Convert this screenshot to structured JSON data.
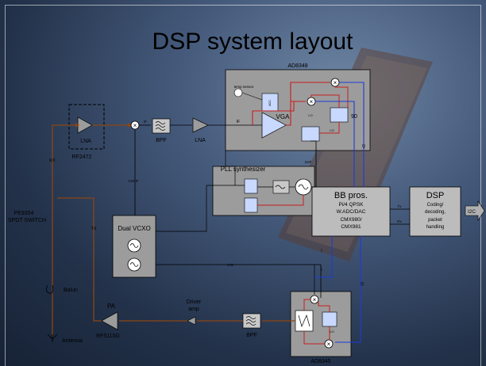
{
  "slide": {
    "title": "DSP system layout"
  },
  "labels": {
    "ad8348": "AD8348",
    "temp_sensor": "temp sensor",
    "vga": "VGA",
    "ninety": "90",
    "lna_left": "LNA",
    "rf2472": "RF2472",
    "if_small": "IF",
    "bpf_top": "BPF",
    "lna_mid": "LNA",
    "if_in": "IF",
    "pll": "PLL synthesizer",
    "two_xif": "2xIF",
    "q_label": "Q",
    "i_label": "I",
    "rx": "RX",
    "tx": "TX",
    "cw_if": "CW-IF",
    "pe9354": "PE9354",
    "spdt": "SPDT SWITCH",
    "dual_vcxo": "Dual VCXO",
    "balun": "Balun",
    "pa": "PA",
    "rf5110g": "RF5110G",
    "antenna": "Antenna",
    "driver1": "Driver",
    "driver2": "amp",
    "bpf_bottom": "BPF",
    "cw": "CW",
    "ad8345": "AD8345",
    "bb_title": "BB pros.",
    "bb_line1": "Pi/4 QPSK",
    "bb_line2": "W.ADC/DAC",
    "bb_line3": "CMX980/",
    "bb_line4": "CMX981",
    "dsp_title": "DSP",
    "dsp_line1": "Coding/",
    "dsp_line2": "decoding,",
    "dsp_line3": "packet",
    "dsp_line4": "handling",
    "i2c": "I2C",
    "tx_small": "Tx",
    "rx_small": "Rx",
    "i_small": "I",
    "q_small": "Q",
    "adc": "ADC",
    "lo": "LO",
    "lo2": "LO",
    "lo3": "LO",
    "cw_small": "CW"
  },
  "colors": {
    "red": "#c81e1e",
    "blue": "#1a3cd8",
    "brown": "#8b4513",
    "box": "#9c9c9c",
    "box_dark": "#8a8a8a"
  }
}
